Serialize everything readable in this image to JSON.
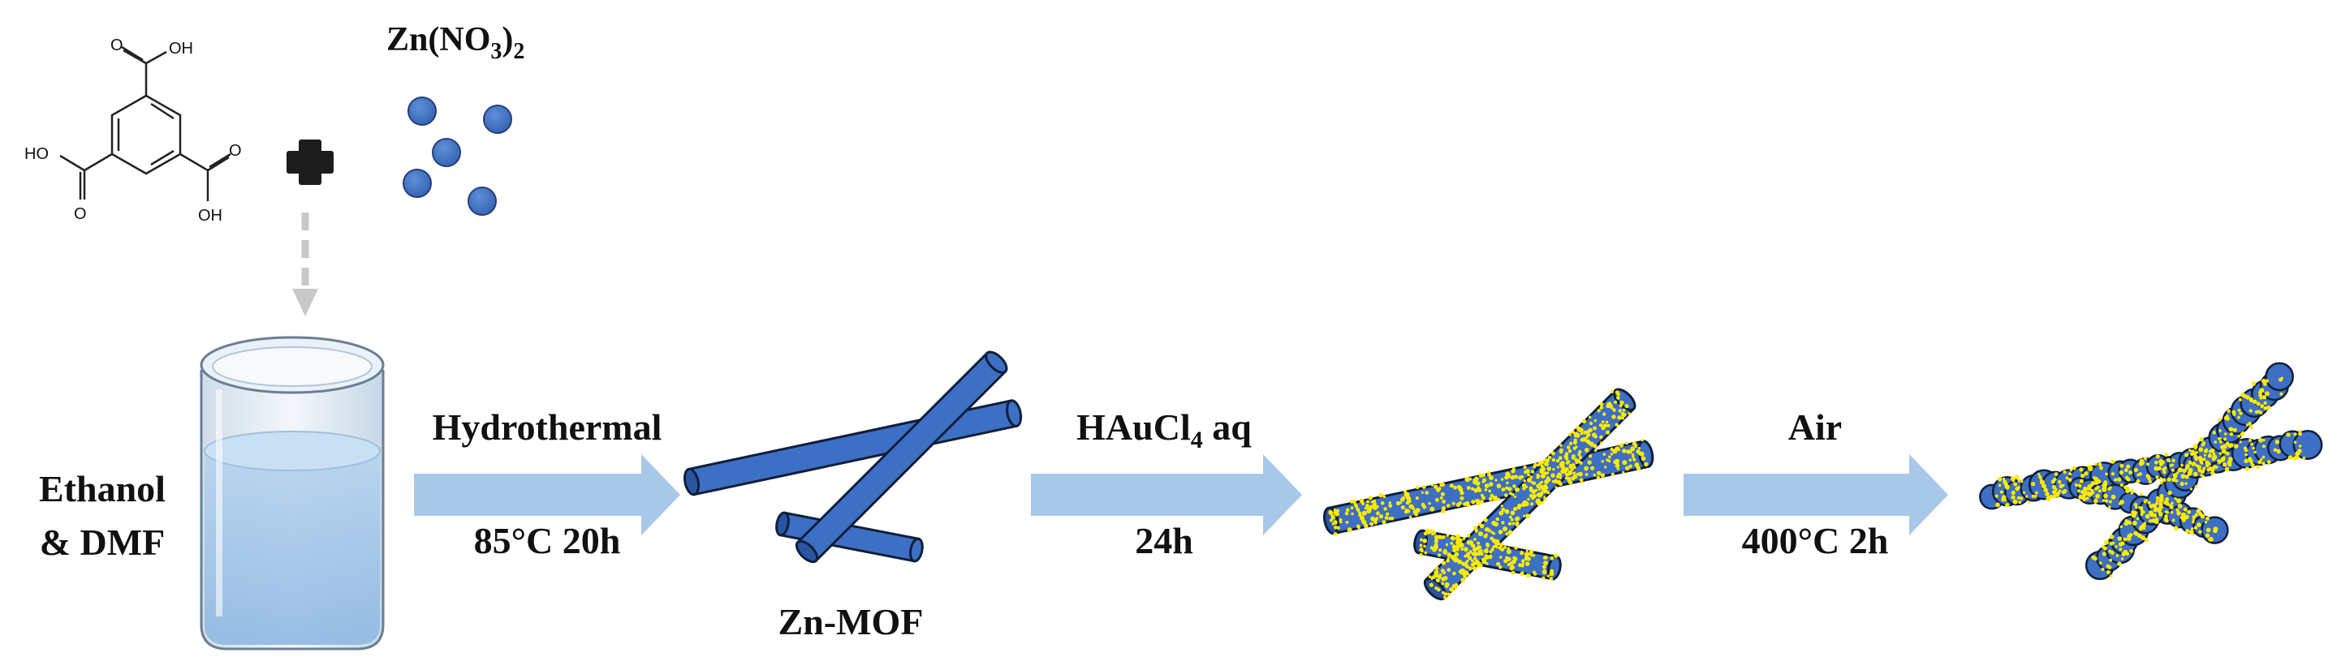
{
  "reagents": {
    "metal_salt": {
      "prefix": "Zn(NO",
      "sub1": "3",
      "mid": ")",
      "sub2": "2"
    },
    "linker_groups": [
      "O",
      "OH",
      "HO",
      "O",
      "O",
      "OH"
    ]
  },
  "beaker": {
    "line1": "Ethanol",
    "line2": "& DMF"
  },
  "steps": [
    {
      "top": "Hydrothermal",
      "bottom": "85°C 20h"
    },
    {
      "top_prefix": "HAuCl",
      "top_sub": "4",
      "top_suffix": " aq",
      "bottom": "24h"
    },
    {
      "top": "Air",
      "bottom": "400°C 2h"
    }
  ],
  "products": {
    "mof_label": "Zn-MOF"
  },
  "colors": {
    "rod_fill": "#3d6fc4",
    "rod_stroke": "#0f1f3a",
    "arrow": "#a7c8e9",
    "gold": "#ffea00",
    "dashed_arrow": "#c8c8c8",
    "plus": "#1c1c1c"
  }
}
